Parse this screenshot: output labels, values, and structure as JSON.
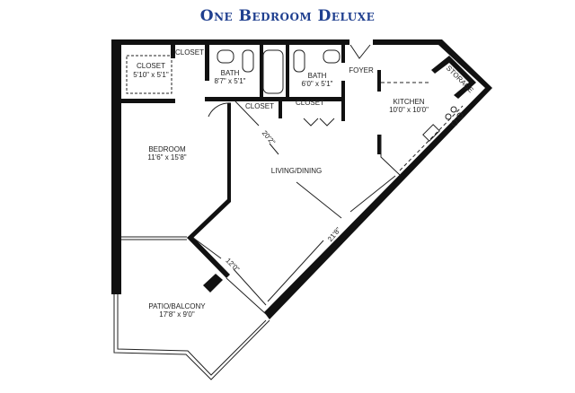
{
  "title": "One Bedroom Deluxe",
  "rooms": {
    "closet_main": {
      "name": "CLOSET",
      "size": "5'10\" x 5'1\""
    },
    "closet_small": {
      "name": "CLOSET"
    },
    "bath1": {
      "name": "BATH",
      "size": "8'7\" x 5'1\""
    },
    "bath2": {
      "name": "BATH",
      "size": "6'0\" x 5'1\""
    },
    "foyer": {
      "name": "FOYER"
    },
    "storage": {
      "name": "STORAGE"
    },
    "closet_hall1": {
      "name": "CLOSET"
    },
    "closet_hall2": {
      "name": "CLOSET"
    },
    "kitchen": {
      "name": "KITCHEN",
      "size": "10'0\" x 10'0\""
    },
    "bedroom": {
      "name": "BEDROOM",
      "size": "11'6\" x 15'8\""
    },
    "living": {
      "name": "LIVING/DINING"
    },
    "patio": {
      "name": "PATIO/BALCONY",
      "size": "17'8\" x 9'0\""
    }
  },
  "dimensions": {
    "diag1": "20'2\"",
    "diag2": "21'8\"",
    "diag3": "12'0\""
  }
}
